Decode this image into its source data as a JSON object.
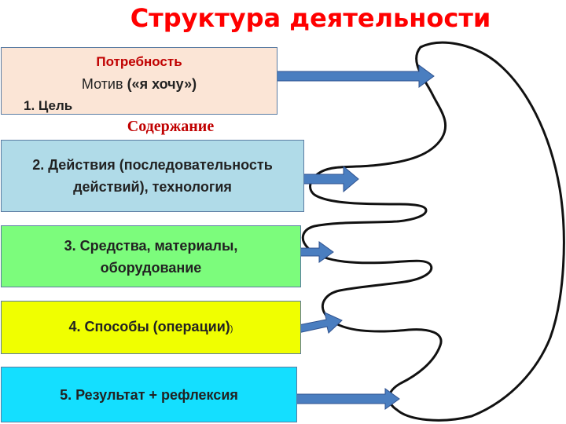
{
  "title": "Структура деятельности",
  "box1": {
    "need": "Потребность",
    "motive_prefix": "Мотив ",
    "motive_quote": "(«я хочу»)",
    "goal": "1. Цель"
  },
  "content_label": "Содержание",
  "box2": {
    "line1": "2. Действия (последовательность",
    "line2": "действий), технология"
  },
  "box3": {
    "line1": "3. Средства, материалы,",
    "line2": "оборудование"
  },
  "box4": {
    "text": "4. Способы (операции)",
    "paren": ")"
  },
  "box5": {
    "text": "5. Результат + рефлексия"
  },
  "colors": {
    "title": "#ff0000",
    "accent_red": "#c00000",
    "box1": "#fbe5d6",
    "box2": "#b0dbe8",
    "box3": "#7cfc7c",
    "box4": "#f0ff00",
    "box5": "#14dfff",
    "arrow": "#4a7ec0"
  },
  "icons": {
    "arrow": "arrow-right-icon",
    "hand": "hand-outline-icon"
  }
}
